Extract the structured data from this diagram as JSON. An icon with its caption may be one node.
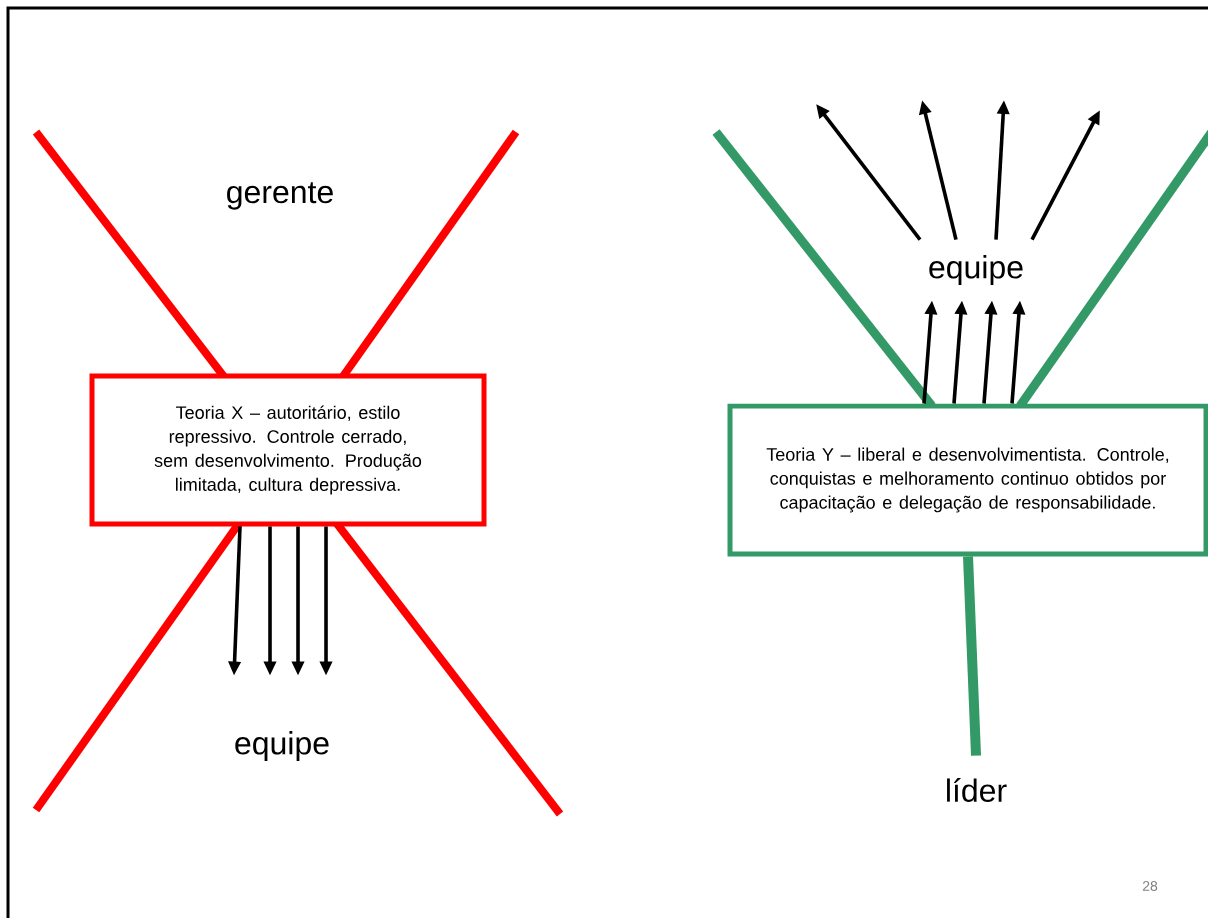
{
  "diagram": {
    "nodes": [
      {
        "text": [
          "gerente"
        ]
      },
      {
        "text": [
          "Teoria X – autoritário, estilo repressivo. Controle cerrado, sem desenvolvimento. Produção limitada, cultura depressiva."
        ]
      },
      {
        "text": [
          "equipe"
        ]
      },
      {
        "text": [
          "Teoria Y – liberal e desenvolvimentista. Controle, conquistas e melhoramento continuo obtidos por capacitação e delegação de responsabilidade."
        ]
      },
      {
        "text": [
          "equipe"
        ]
      },
      {
        "text": [
          "líder"
        ]
      }
    ],
    "edges": [
      {
        "from": 1,
        "to": 2,
        "arrow": "to"
      },
      {
        "from": 1,
        "to": 2,
        "arrow": "to"
      },
      {
        "from": 1,
        "to": 2,
        "arrow": "to"
      },
      {
        "from": 1,
        "to": 2,
        "arrow": "to"
      },
      {
        "from": 3,
        "to": 4,
        "arrow": "to"
      },
      {
        "from": 3,
        "to": 4,
        "arrow": "to"
      },
      {
        "from": 3,
        "to": 4,
        "arrow": "to"
      },
      {
        "from": 3,
        "to": 4,
        "arrow": "to"
      },
      {
        "from": 4,
        "to": null,
        "arrow": "to"
      },
      {
        "from": 4,
        "to": null,
        "arrow": "to"
      },
      {
        "from": 4,
        "to": null,
        "arrow": "to"
      },
      {
        "from": 4,
        "to": null,
        "arrow": "to"
      },
      {
        "from": 5,
        "to": 3,
        "arrow": "none",
        "style": "thick",
        "color": "#339966"
      }
    ],
    "labels": [
      "28"
    ]
  }
}
